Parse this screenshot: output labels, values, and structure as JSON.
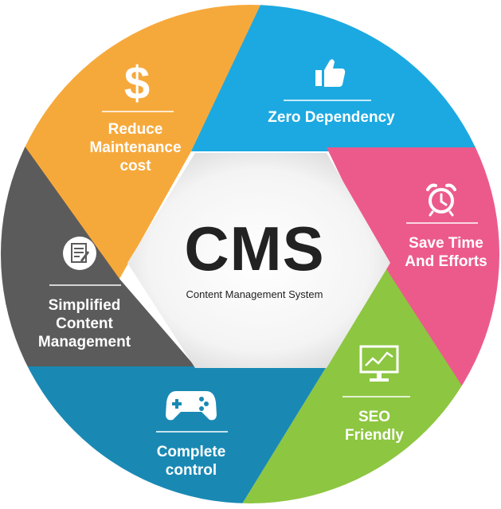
{
  "center": {
    "title": "CMS",
    "subtitle": "Content Management System"
  },
  "segments": [
    {
      "id": "reduce-maintenance-cost",
      "lines": [
        "Reduce",
        "Maintenance",
        "cost"
      ],
      "color": "#f5a83a",
      "icon": "dollar-icon"
    },
    {
      "id": "zero-dependency",
      "lines": [
        "Zero Dependency"
      ],
      "color": "#1ea8e0",
      "icon": "thumbs-up-icon"
    },
    {
      "id": "save-time-and-efforts",
      "lines": [
        "Save Time",
        "And Efforts"
      ],
      "color": "#ec5a8a",
      "icon": "alarm-clock-icon"
    },
    {
      "id": "seo-friendly",
      "lines": [
        "SEO",
        "Friendly"
      ],
      "color": "#8cc63e",
      "icon": "monitor-chart-icon"
    },
    {
      "id": "complete-control",
      "lines": [
        "Complete",
        "control"
      ],
      "color": "#1a8bb5",
      "icon": "gamepad-icon"
    },
    {
      "id": "simplified-content-management",
      "lines": [
        "Simplified",
        "Content",
        "Management"
      ],
      "color": "#5a5a5a",
      "icon": "document-edit-icon"
    }
  ]
}
